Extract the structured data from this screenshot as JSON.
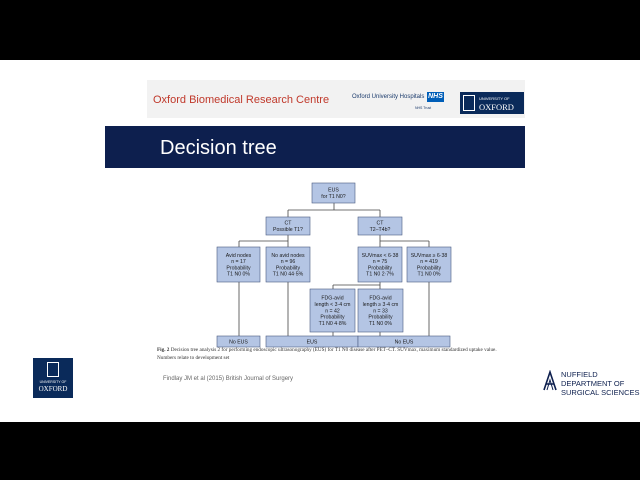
{
  "header": {
    "centre_name": "Oxford Biomedical Research Centre",
    "ouh_name": "Oxford University Hospitals",
    "nhs_badge": "NHS",
    "ouh_trust": "NHS Trust",
    "uni_small": "UNIVERSITY OF",
    "uni_large": "OXFORD"
  },
  "slide_title": "Decision tree",
  "tree": {
    "nodes": [
      {
        "id": "eus",
        "lines": [
          "EUS",
          "for T1 N0?"
        ]
      },
      {
        "id": "ct1",
        "lines": [
          "CT",
          "Possible T1?"
        ]
      },
      {
        "id": "ct2",
        "lines": [
          "CT",
          "T2–T4b?"
        ]
      },
      {
        "id": "avid",
        "lines": [
          "Avid nodes",
          "n = 17",
          "Probability",
          "T1 N0 0%"
        ]
      },
      {
        "id": "noavid",
        "lines": [
          "No avid nodes",
          "n = 96",
          "Probability",
          "T1 N0 44·5%"
        ]
      },
      {
        "id": "suvlow",
        "lines": [
          "SUVmax < 6·38",
          "n = 75",
          "Probability",
          "T1 N0 2·7%"
        ]
      },
      {
        "id": "suvhigh",
        "lines": [
          "SUVmax ≥ 6·38",
          "n = 419",
          "Probability",
          "T1 N0 0%"
        ]
      },
      {
        "id": "fdglow",
        "lines": [
          "FDG-avid",
          "length < 3·4 cm",
          "n = 42",
          "Probability",
          "T1 N0 4·8%"
        ]
      },
      {
        "id": "fdghigh",
        "lines": [
          "FDG-avid",
          "length ≥ 3·4 cm",
          "n = 33",
          "Probability",
          "T1 N0 0%"
        ]
      },
      {
        "id": "out_noeus1",
        "lines": [
          "No EUS"
        ]
      },
      {
        "id": "out_eus",
        "lines": [
          "EUS"
        ]
      },
      {
        "id": "out_noeus2",
        "lines": [
          "No EUS"
        ]
      }
    ]
  },
  "caption": {
    "label": "Fig. 2",
    "text": "Decision tree analysis 2 for performing endoscopic ultrasonography (EUS) for T1 N0 disease after PET–CT. SUVmax, maximum standardized uptake value. Numbers relate to development set"
  },
  "citation": "Findlay JM et al (2015) British Journal of Surgery",
  "oxford_logo": {
    "small": "UNIVERSITY OF",
    "large": "OXFORD"
  },
  "nuffield": {
    "line1": "NUFFIELD",
    "line2": "DEPARTMENT OF",
    "line3": "SURGICAL SCIENCES"
  },
  "colors": {
    "node_fill": "#b4c5e4",
    "node_stroke": "#4a5a80",
    "line": "#444444",
    "title_bar": "#0d1f4e",
    "centre_name": "#c0392b"
  }
}
